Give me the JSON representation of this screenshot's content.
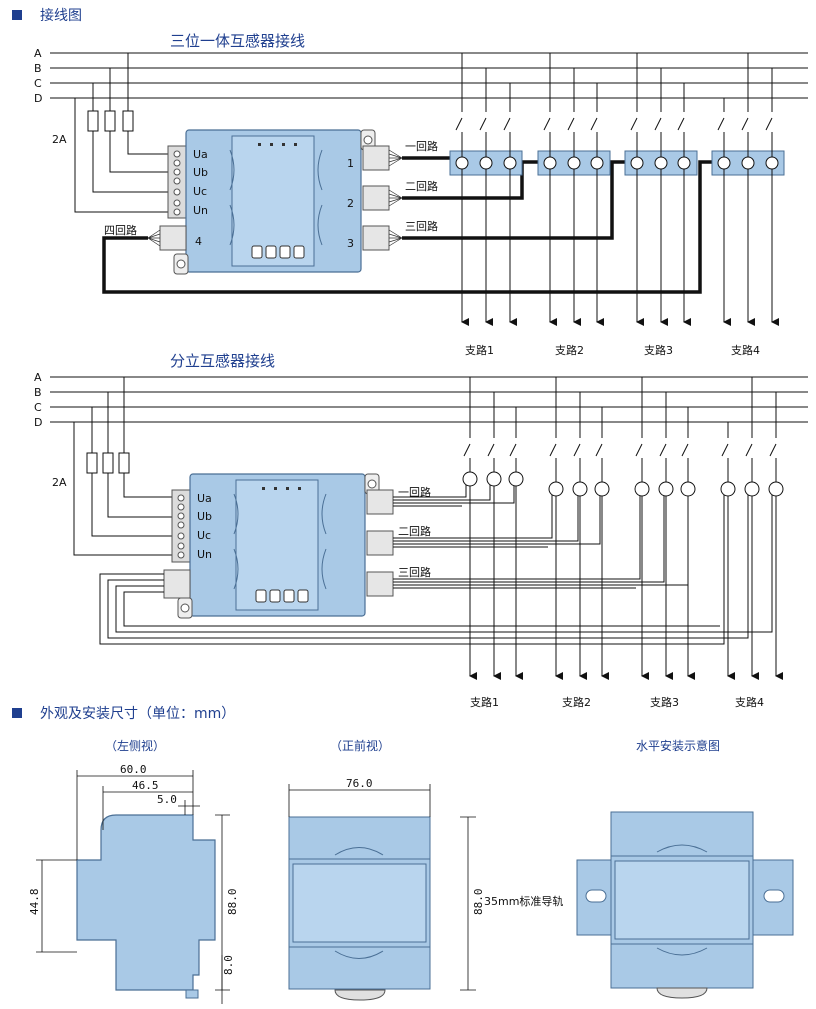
{
  "sections": {
    "wiring": "接线图",
    "dimensions": "外观及安装尺寸（单位：mm）"
  },
  "diagram1": {
    "title": "三位一体互感器接线",
    "phases": [
      "A",
      "B",
      "C",
      "D"
    ],
    "fuse_label": "2A",
    "terminals": [
      "Ua",
      "Ub",
      "Uc",
      "Un"
    ],
    "ports": [
      "1",
      "2",
      "3",
      "4"
    ],
    "loops": [
      "一回路",
      "二回路",
      "三回路",
      "四回路"
    ],
    "branches": [
      "支路1",
      "支路2",
      "支路3",
      "支路4"
    ]
  },
  "diagram2": {
    "title": "分立互感器接线",
    "phases": [
      "A",
      "B",
      "C",
      "D"
    ],
    "fuse_label": "2A",
    "terminals": [
      "Ua",
      "Ub",
      "Uc",
      "Un"
    ],
    "loops": [
      "一回路",
      "二回路",
      "三回路"
    ],
    "branches": [
      "支路1",
      "支路2",
      "支路3",
      "支路4"
    ]
  },
  "views": {
    "side": {
      "title": "（左侧视）",
      "dims": [
        "60.0",
        "46.5",
        "5.0",
        "44.8",
        "88.0",
        "8.0"
      ]
    },
    "front": {
      "title": "（正前视）",
      "dims": [
        "76.0",
        "88.0"
      ],
      "rail_label": "35mm标准导轨"
    },
    "mount": {
      "title": "水平安装示意图"
    }
  },
  "colors": {
    "device_fill": "#a9c9e6",
    "device_stroke": "#4a6f95",
    "accent": "#1f3f8f"
  }
}
